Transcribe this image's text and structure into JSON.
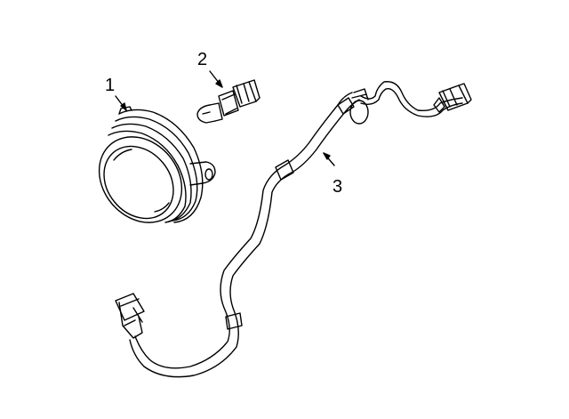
{
  "callouts": [
    {
      "id": "1",
      "label": "1"
    },
    {
      "id": "2",
      "label": "2"
    },
    {
      "id": "3",
      "label": "3"
    }
  ],
  "parts": [
    {
      "callout": "1",
      "icon": "fog-lamp-housing-icon"
    },
    {
      "callout": "2",
      "icon": "bulb-icon"
    },
    {
      "callout": "3",
      "icon": "wiring-harness-icon"
    }
  ],
  "colors": {
    "line": "#000000",
    "background": "#ffffff"
  }
}
